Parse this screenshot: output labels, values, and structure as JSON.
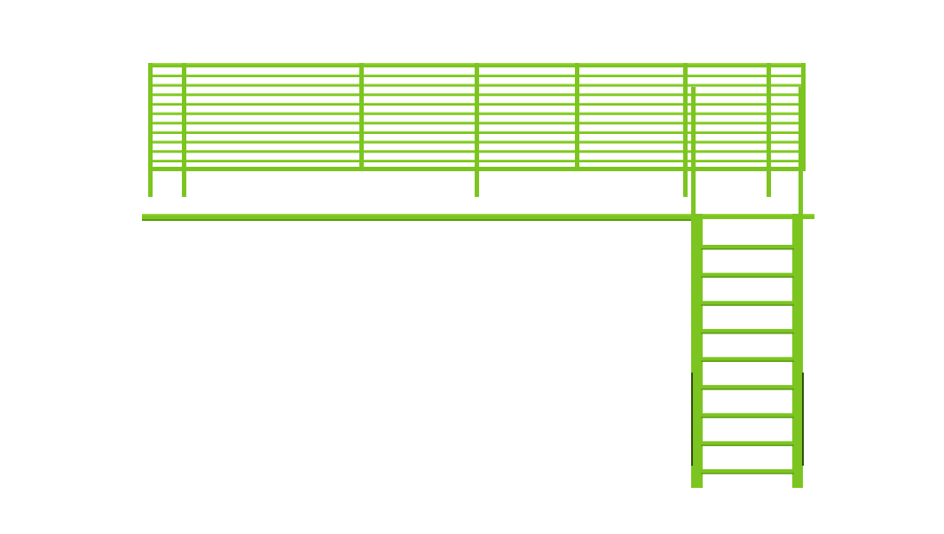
{
  "scene": {
    "subject": "platform-with-railing-and-stair",
    "colors": {
      "background": "#ffffff",
      "steel_main": "#7cc520",
      "steel_light": "#9ad93a",
      "steel_dark": "#5a9a14",
      "shadow": "#2f4f0c"
    },
    "railing": {
      "rail_count": 10
    },
    "stair": {
      "tread_count": 9
    }
  }
}
